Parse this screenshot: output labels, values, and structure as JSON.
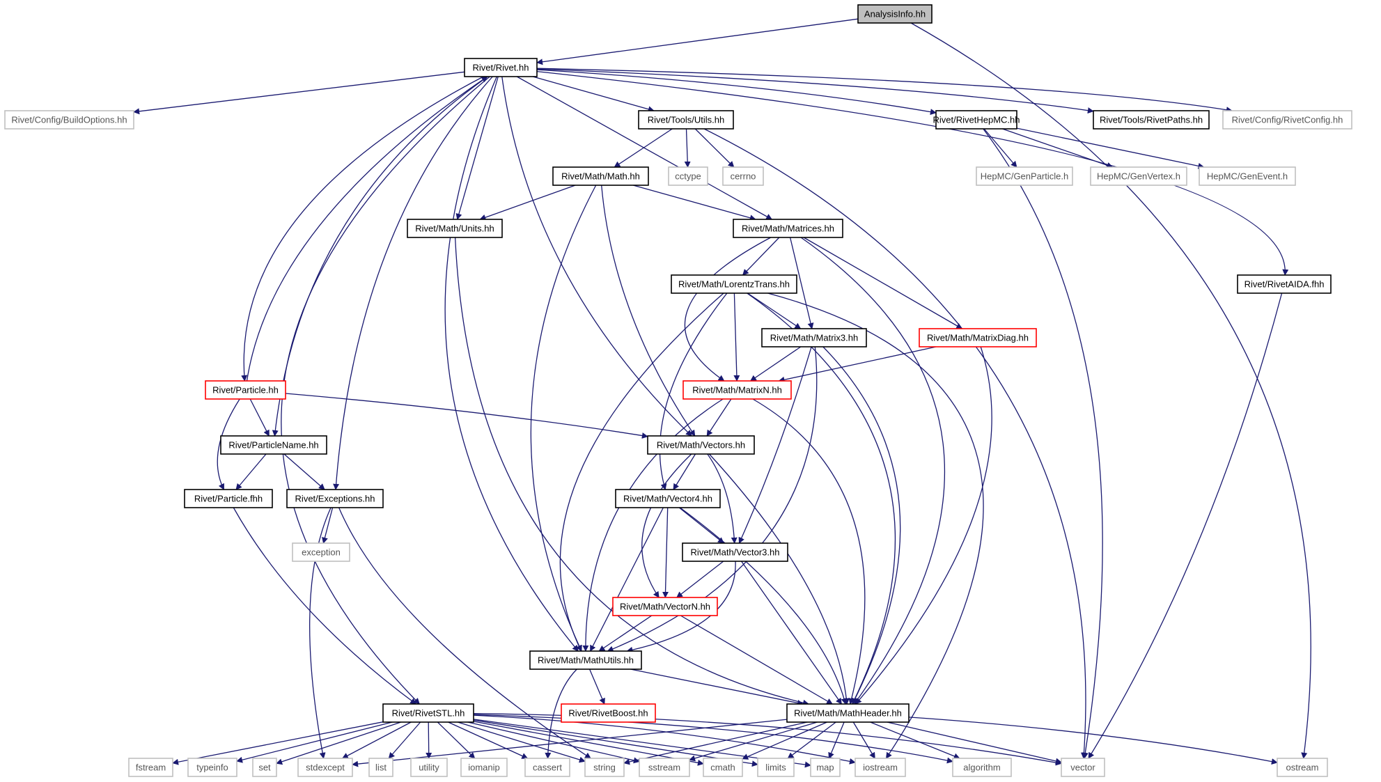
{
  "styles": {
    "edge_color": "#191970",
    "main_fill": "#bfbfbf",
    "main_stroke": "#000000",
    "local_stroke": "#000000",
    "truncated_stroke": "#ff0000",
    "external_stroke": "#bfbfbf",
    "text_color": "#000000",
    "external_text_color": "#555555"
  },
  "nodes": [
    {
      "id": "analysisinfo",
      "label": "AnalysisInfo.hh",
      "kind": "main"
    },
    {
      "id": "rivet",
      "label": "Rivet/Rivet.hh",
      "kind": "local"
    },
    {
      "id": "buildoptions",
      "label": "Rivet/Config/BuildOptions.hh",
      "kind": "external"
    },
    {
      "id": "utils",
      "label": "Rivet/Tools/Utils.hh",
      "kind": "local"
    },
    {
      "id": "rivethepmc",
      "label": "Rivet/RivetHepMC.hh",
      "kind": "local"
    },
    {
      "id": "rivetpaths",
      "label": "Rivet/Tools/RivetPaths.hh",
      "kind": "local"
    },
    {
      "id": "rivetconfig",
      "label": "Rivet/Config/RivetConfig.hh",
      "kind": "external"
    },
    {
      "id": "mathhh",
      "label": "Rivet/Math/Math.hh",
      "kind": "local"
    },
    {
      "id": "cctype",
      "label": "cctype",
      "kind": "external"
    },
    {
      "id": "cerrno",
      "label": "cerrno",
      "kind": "external"
    },
    {
      "id": "genparticle",
      "label": "HepMC/GenParticle.h",
      "kind": "external"
    },
    {
      "id": "genvertex",
      "label": "HepMC/GenVertex.h",
      "kind": "external"
    },
    {
      "id": "genevent",
      "label": "HepMC/GenEvent.h",
      "kind": "external"
    },
    {
      "id": "units",
      "label": "Rivet/Math/Units.hh",
      "kind": "local"
    },
    {
      "id": "matrices",
      "label": "Rivet/Math/Matrices.hh",
      "kind": "local"
    },
    {
      "id": "lorentz",
      "label": "Rivet/Math/LorentzTrans.hh",
      "kind": "local"
    },
    {
      "id": "rivetaida",
      "label": "Rivet/RivetAIDA.fhh",
      "kind": "local"
    },
    {
      "id": "matrix3",
      "label": "Rivet/Math/Matrix3.hh",
      "kind": "local"
    },
    {
      "id": "matrixdiag",
      "label": "Rivet/Math/MatrixDiag.hh",
      "kind": "truncated"
    },
    {
      "id": "particle",
      "label": "Rivet/Particle.hh",
      "kind": "truncated"
    },
    {
      "id": "matrixn",
      "label": "Rivet/Math/MatrixN.hh",
      "kind": "truncated"
    },
    {
      "id": "particlename",
      "label": "Rivet/ParticleName.hh",
      "kind": "local"
    },
    {
      "id": "vectors",
      "label": "Rivet/Math/Vectors.hh",
      "kind": "local"
    },
    {
      "id": "particlefhh",
      "label": "Rivet/Particle.fhh",
      "kind": "local"
    },
    {
      "id": "exceptions",
      "label": "Rivet/Exceptions.hh",
      "kind": "local"
    },
    {
      "id": "vector4",
      "label": "Rivet/Math/Vector4.hh",
      "kind": "local"
    },
    {
      "id": "exception",
      "label": "exception",
      "kind": "external"
    },
    {
      "id": "vector3",
      "label": "Rivet/Math/Vector3.hh",
      "kind": "local"
    },
    {
      "id": "vectorn",
      "label": "Rivet/Math/VectorN.hh",
      "kind": "truncated"
    },
    {
      "id": "mathutils",
      "label": "Rivet/Math/MathUtils.hh",
      "kind": "local"
    },
    {
      "id": "rivetboost",
      "label": "Rivet/RivetBoost.hh",
      "kind": "truncated"
    },
    {
      "id": "rivetstl",
      "label": "Rivet/RivetSTL.hh",
      "kind": "local"
    },
    {
      "id": "mathheader",
      "label": "Rivet/Math/MathHeader.hh",
      "kind": "local"
    },
    {
      "id": "fstream",
      "label": "fstream",
      "kind": "external"
    },
    {
      "id": "typeinfo",
      "label": "typeinfo",
      "kind": "external"
    },
    {
      "id": "set",
      "label": "set",
      "kind": "external"
    },
    {
      "id": "stdexcept",
      "label": "stdexcept",
      "kind": "external"
    },
    {
      "id": "list",
      "label": "list",
      "kind": "external"
    },
    {
      "id": "utility",
      "label": "utility",
      "kind": "external"
    },
    {
      "id": "iomanip",
      "label": "iomanip",
      "kind": "external"
    },
    {
      "id": "cassert",
      "label": "cassert",
      "kind": "external"
    },
    {
      "id": "string",
      "label": "string",
      "kind": "external"
    },
    {
      "id": "sstream",
      "label": "sstream",
      "kind": "external"
    },
    {
      "id": "cmath",
      "label": "cmath",
      "kind": "external"
    },
    {
      "id": "limits",
      "label": "limits",
      "kind": "external"
    },
    {
      "id": "map",
      "label": "map",
      "kind": "external"
    },
    {
      "id": "iostream",
      "label": "iostream",
      "kind": "external"
    },
    {
      "id": "algorithm",
      "label": "algorithm",
      "kind": "external"
    },
    {
      "id": "vector",
      "label": "vector",
      "kind": "external"
    },
    {
      "id": "ostream",
      "label": "ostream",
      "kind": "external"
    }
  ],
  "edges": [
    {
      "from": "analysisinfo",
      "to": "rivet"
    },
    {
      "from": "analysisinfo",
      "to": "ostream"
    },
    {
      "from": "rivet",
      "to": "buildoptions"
    },
    {
      "from": "rivet",
      "to": "utils"
    },
    {
      "from": "rivet",
      "to": "rivethepmc"
    },
    {
      "from": "rivet",
      "to": "rivetpaths"
    },
    {
      "from": "rivet",
      "to": "rivetconfig"
    },
    {
      "from": "rivet",
      "to": "rivetaida"
    },
    {
      "from": "rivet",
      "to": "units"
    },
    {
      "from": "rivet",
      "to": "matrices"
    },
    {
      "from": "rivet",
      "to": "vectors"
    },
    {
      "from": "rivet",
      "to": "particle"
    },
    {
      "from": "rivet",
      "to": "particlename"
    },
    {
      "from": "rivet",
      "to": "exceptions"
    },
    {
      "from": "rivet",
      "to": "mathutils"
    },
    {
      "from": "rivet",
      "to": "rivetstl"
    },
    {
      "from": "particle",
      "to": "rivet"
    },
    {
      "from": "utils",
      "to": "mathhh"
    },
    {
      "from": "utils",
      "to": "cctype"
    },
    {
      "from": "utils",
      "to": "cerrno"
    },
    {
      "from": "utils",
      "to": "vector"
    },
    {
      "from": "rivethepmc",
      "to": "genparticle"
    },
    {
      "from": "rivethepmc",
      "to": "genvertex"
    },
    {
      "from": "rivethepmc",
      "to": "genevent"
    },
    {
      "from": "rivethepmc",
      "to": "vector"
    },
    {
      "from": "rivetaida",
      "to": "vector"
    },
    {
      "from": "mathhh",
      "to": "units"
    },
    {
      "from": "mathhh",
      "to": "matrices"
    },
    {
      "from": "mathhh",
      "to": "vectors"
    },
    {
      "from": "mathhh",
      "to": "mathutils"
    },
    {
      "from": "units",
      "to": "mathheader"
    },
    {
      "from": "matrices",
      "to": "lorentz"
    },
    {
      "from": "matrices",
      "to": "matrix3"
    },
    {
      "from": "matrices",
      "to": "matrixdiag"
    },
    {
      "from": "matrices",
      "to": "matrixn"
    },
    {
      "from": "matrices",
      "to": "mathheader"
    },
    {
      "from": "lorentz",
      "to": "matrix3"
    },
    {
      "from": "lorentz",
      "to": "matrixn"
    },
    {
      "from": "lorentz",
      "to": "vector4"
    },
    {
      "from": "lorentz",
      "to": "mathutils"
    },
    {
      "from": "lorentz",
      "to": "mathheader"
    },
    {
      "from": "lorentz",
      "to": "iostream"
    },
    {
      "from": "matrix3",
      "to": "matrixn"
    },
    {
      "from": "matrix3",
      "to": "vector3"
    },
    {
      "from": "matrix3",
      "to": "mathutils"
    },
    {
      "from": "matrix3",
      "to": "mathheader"
    },
    {
      "from": "matrixdiag",
      "to": "matrixn"
    },
    {
      "from": "matrixdiag",
      "to": "mathheader"
    },
    {
      "from": "matrixn",
      "to": "vectors"
    },
    {
      "from": "matrixn",
      "to": "mathutils"
    },
    {
      "from": "matrixn",
      "to": "mathheader"
    },
    {
      "from": "particle",
      "to": "particlename"
    },
    {
      "from": "particle",
      "to": "particlefhh"
    },
    {
      "from": "particle",
      "to": "vectors"
    },
    {
      "from": "particlename",
      "to": "particlefhh"
    },
    {
      "from": "particlename",
      "to": "exceptions"
    },
    {
      "from": "particlefhh",
      "to": "rivetstl"
    },
    {
      "from": "exceptions",
      "to": "exception"
    },
    {
      "from": "exceptions",
      "to": "stdexcept"
    },
    {
      "from": "exceptions",
      "to": "string"
    },
    {
      "from": "vectors",
      "to": "vector4"
    },
    {
      "from": "vectors",
      "to": "vector3"
    },
    {
      "from": "vectors",
      "to": "vectorn"
    },
    {
      "from": "vectors",
      "to": "mathheader"
    },
    {
      "from": "vector4",
      "to": "vector3"
    },
    {
      "from": "vector4",
      "to": "vectorn"
    },
    {
      "from": "vector4",
      "to": "mathutils"
    },
    {
      "from": "vector4",
      "to": "mathheader"
    },
    {
      "from": "vector3",
      "to": "vectorn"
    },
    {
      "from": "vector3",
      "to": "mathutils"
    },
    {
      "from": "vector3",
      "to": "mathheader"
    },
    {
      "from": "vectorn",
      "to": "mathutils"
    },
    {
      "from": "vectorn",
      "to": "mathheader"
    },
    {
      "from": "mathutils",
      "to": "rivetboost"
    },
    {
      "from": "mathutils",
      "to": "mathheader"
    },
    {
      "from": "mathutils",
      "to": "cassert"
    },
    {
      "from": "rivetstl",
      "to": "fstream"
    },
    {
      "from": "rivetstl",
      "to": "typeinfo"
    },
    {
      "from": "rivetstl",
      "to": "set"
    },
    {
      "from": "rivetstl",
      "to": "stdexcept"
    },
    {
      "from": "rivetstl",
      "to": "list"
    },
    {
      "from": "rivetstl",
      "to": "utility"
    },
    {
      "from": "rivetstl",
      "to": "iomanip"
    },
    {
      "from": "rivetstl",
      "to": "cassert"
    },
    {
      "from": "rivetstl",
      "to": "string"
    },
    {
      "from": "rivetstl",
      "to": "sstream"
    },
    {
      "from": "rivetstl",
      "to": "cmath"
    },
    {
      "from": "rivetstl",
      "to": "limits"
    },
    {
      "from": "rivetstl",
      "to": "map"
    },
    {
      "from": "rivetstl",
      "to": "iostream"
    },
    {
      "from": "rivetstl",
      "to": "algorithm"
    },
    {
      "from": "rivetstl",
      "to": "vector"
    },
    {
      "from": "mathheader",
      "to": "stdexcept"
    },
    {
      "from": "mathheader",
      "to": "string"
    },
    {
      "from": "mathheader",
      "to": "sstream"
    },
    {
      "from": "mathheader",
      "to": "cmath"
    },
    {
      "from": "mathheader",
      "to": "limits"
    },
    {
      "from": "mathheader",
      "to": "map"
    },
    {
      "from": "mathheader",
      "to": "iostream"
    },
    {
      "from": "mathheader",
      "to": "algorithm"
    },
    {
      "from": "mathheader",
      "to": "vector"
    },
    {
      "from": "mathheader",
      "to": "ostream"
    }
  ]
}
